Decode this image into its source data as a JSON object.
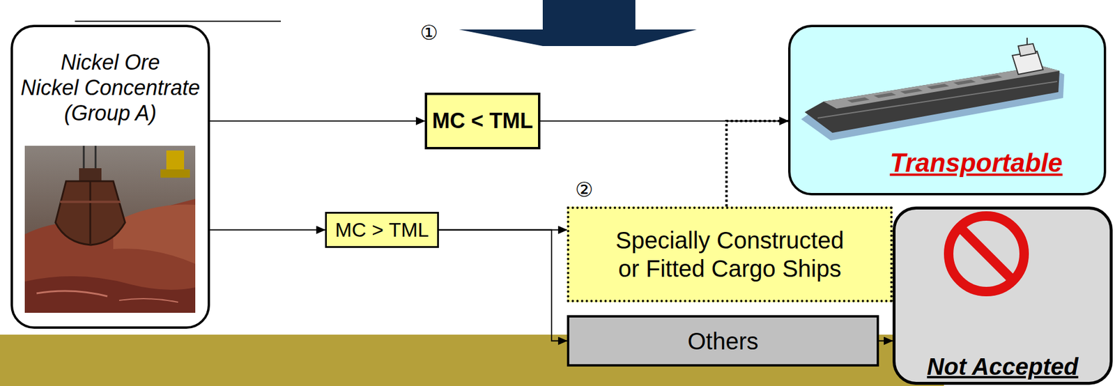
{
  "diagram": {
    "nodes": [
      {
        "text": [
          "Nickel Ore",
          "Nickel Concentrate",
          "(Group A)"
        ]
      },
      {
        "text": [
          "MC < TML"
        ]
      },
      {
        "text": [
          "MC > TML"
        ]
      },
      {
        "text": [
          "Specially Constructed or Fitted Cargo Ships"
        ]
      },
      {
        "text": [
          "Others"
        ]
      },
      {
        "text": [
          "Transportable"
        ]
      },
      {
        "text": [
          "Not Accepted"
        ]
      }
    ],
    "edges": [
      {
        "from": 0,
        "to": 1,
        "arrow": "to"
      },
      {
        "from": 1,
        "to": 5,
        "arrow": "to"
      },
      {
        "from": 0,
        "to": 2,
        "arrow": "to"
      },
      {
        "from": 2,
        "to": 3,
        "arrow": "to"
      },
      {
        "from": 2,
        "to": 4,
        "arrow": "to"
      },
      {
        "from": 3,
        "to": 5,
        "arrow": "to"
      },
      {
        "from": 4,
        "to": 6,
        "arrow": "to"
      }
    ],
    "labels": [
      "①",
      "②"
    ]
  }
}
